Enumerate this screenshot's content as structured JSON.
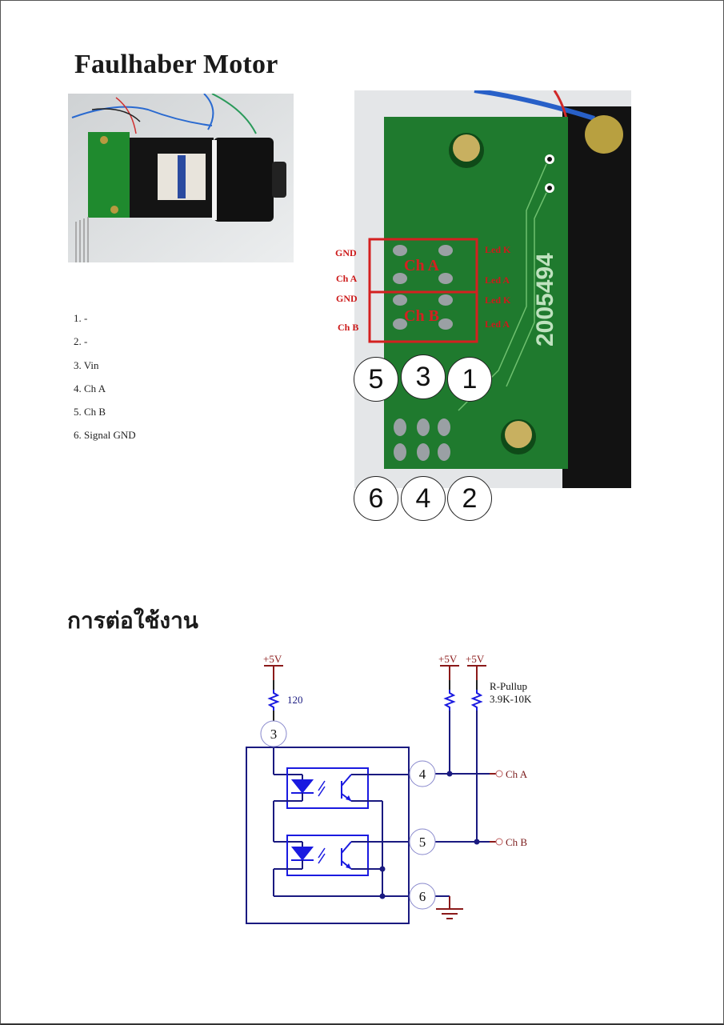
{
  "title": "Faulhaber Motor",
  "section_title": "การต่อใช้งาน",
  "pin_list": [
    "1. -",
    "2. -",
    "3. Vin",
    "4. Ch A",
    "5. Ch B",
    "6. Signal GND"
  ],
  "photo_board": {
    "left_labels": [
      "GND",
      "Ch A",
      "GND",
      "Ch B"
    ],
    "right_labels": [
      "Led K",
      "Led A",
      "Led K",
      "Led A"
    ],
    "box_labels": [
      "Ch A",
      "Ch B"
    ],
    "silkscreen": "2005494",
    "pin_circles_top": [
      "5",
      "3",
      "1"
    ],
    "pin_circles_bottom": [
      "6",
      "4",
      "2"
    ]
  },
  "schematic": {
    "supply_label": "+5V",
    "resistor_value": "120",
    "pullup_label_1": "R-Pullup",
    "pullup_label_2": "3.9K-10K",
    "pins": [
      "3",
      "4",
      "5",
      "6"
    ],
    "outputs": [
      "Ch A",
      "Ch B"
    ]
  },
  "colors": {
    "annotation_red": "#cc1a1a",
    "wire_navy": "#1a1a80",
    "component_blue": "#1a1ae0",
    "power_maroon": "#8b1a1a",
    "pcb_green": "#1f7a2e"
  }
}
